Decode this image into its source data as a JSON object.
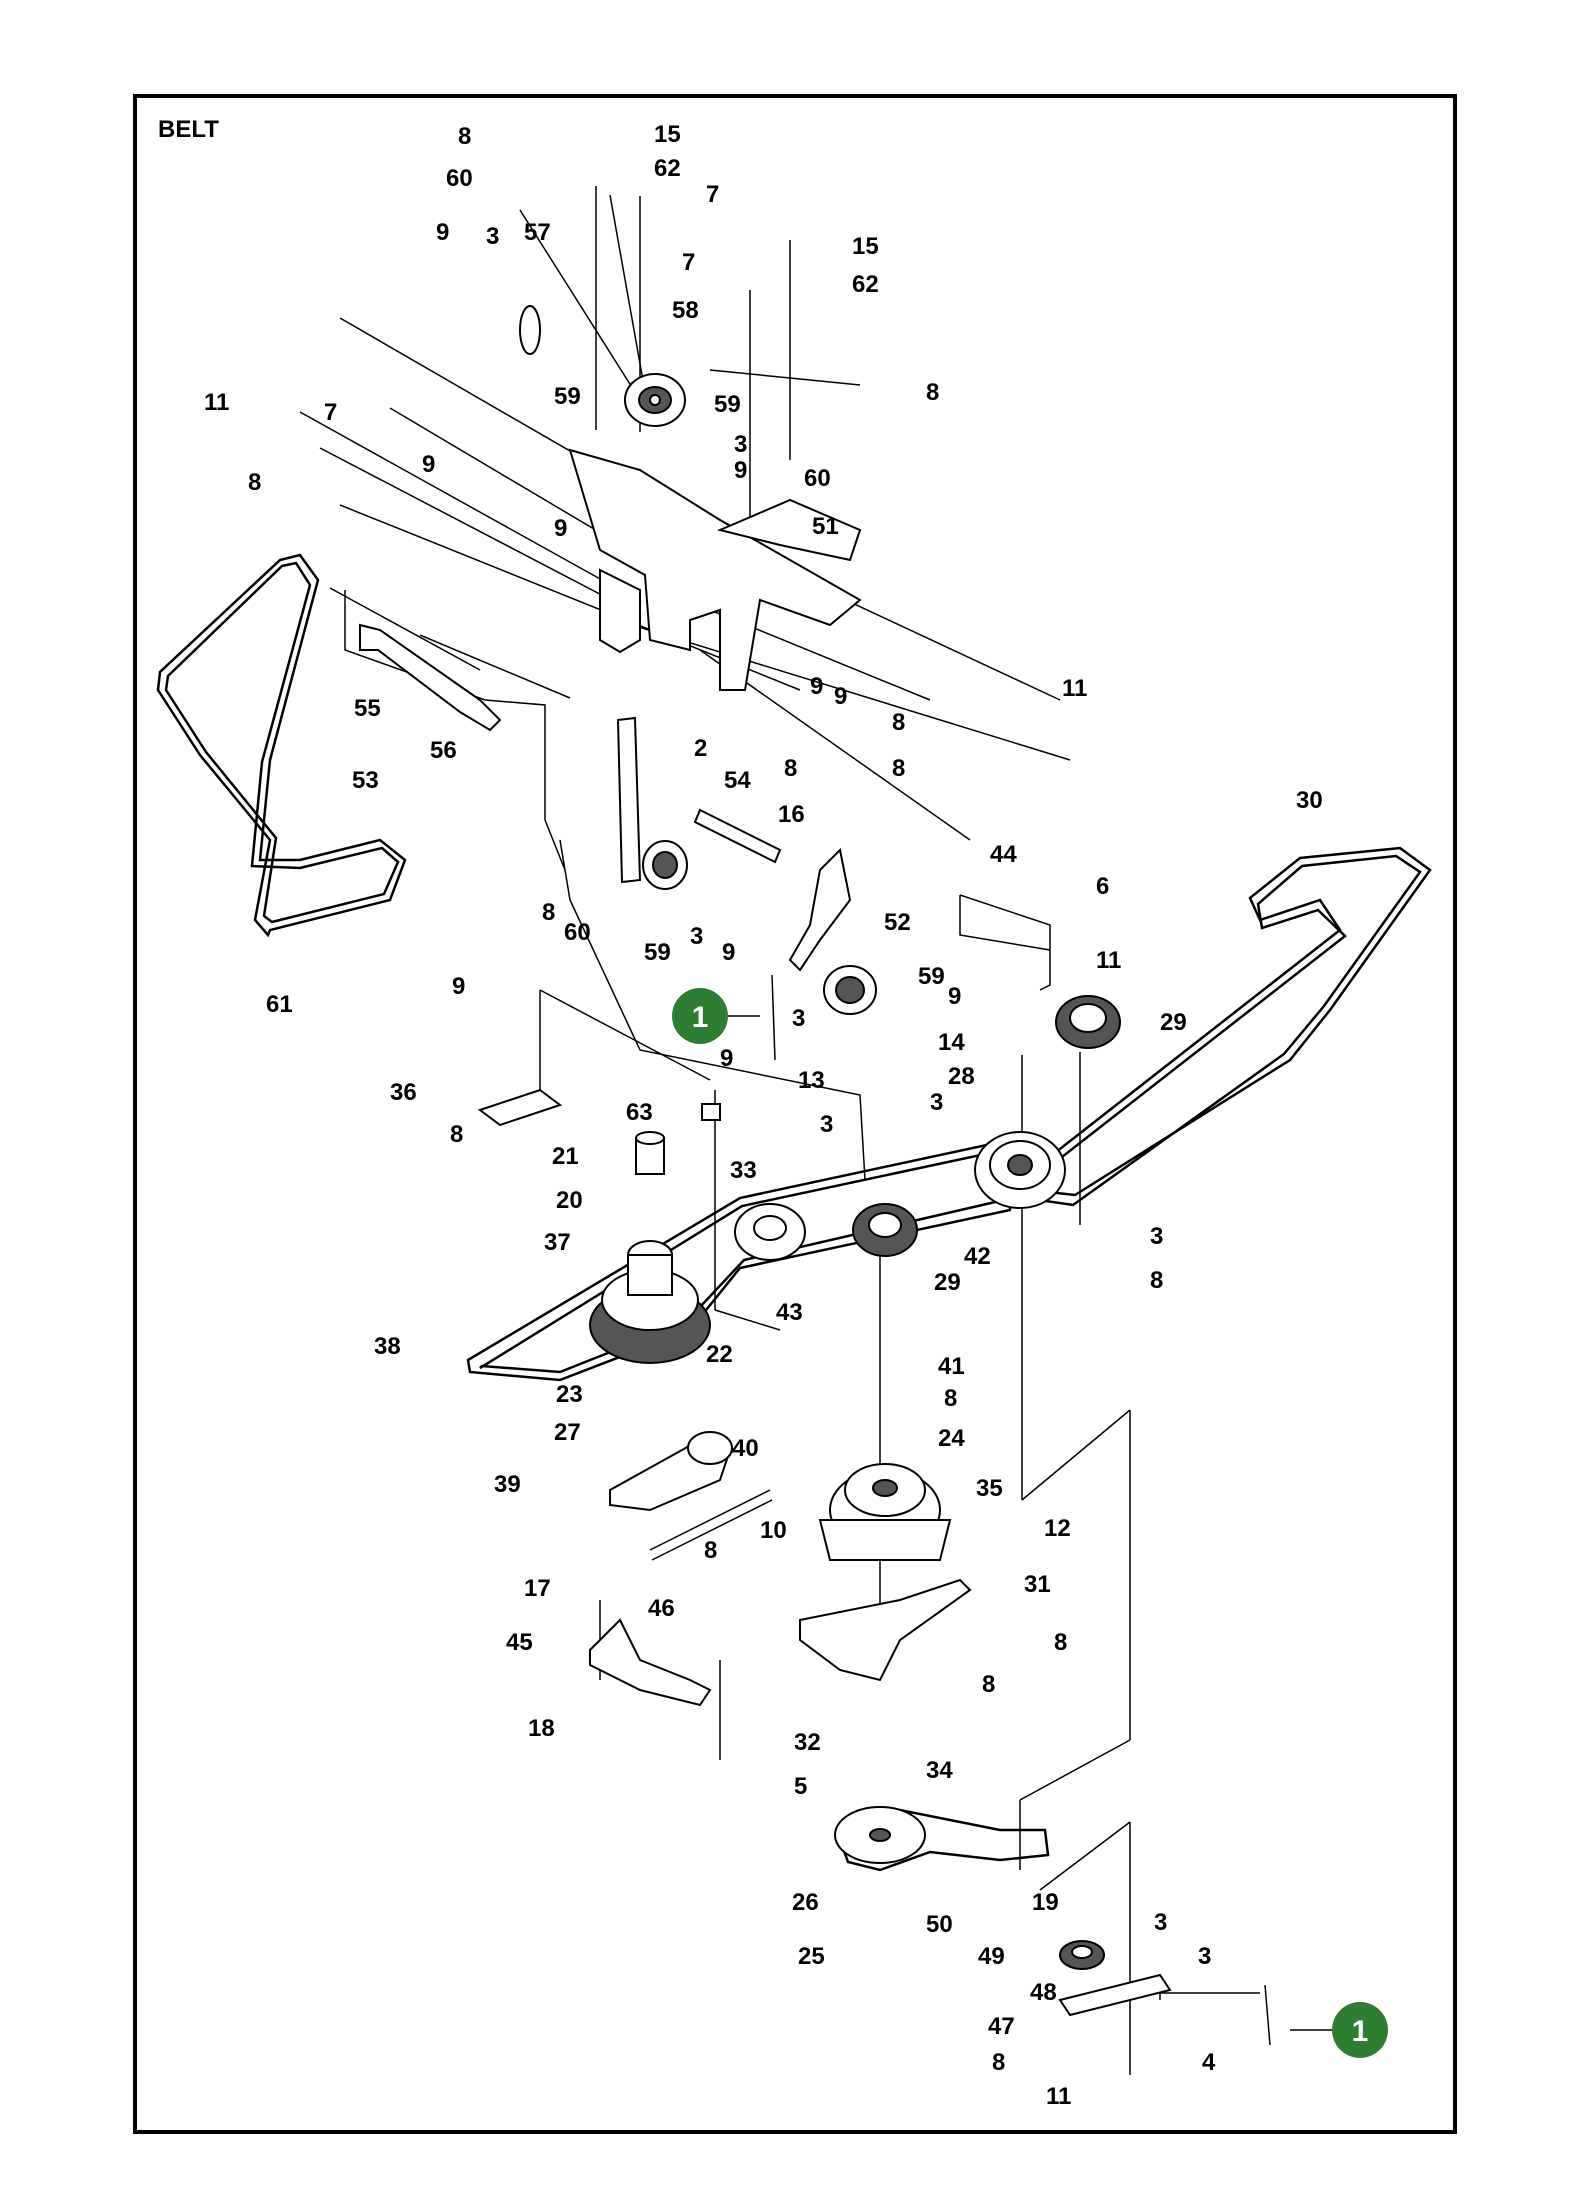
{
  "title": "BELT",
  "marker_label": "1",
  "marker_color": "#2e7d32",
  "callouts": [
    {
      "id": "c8a",
      "text": "8"
    },
    {
      "id": "c15a",
      "text": "15"
    },
    {
      "id": "c62a",
      "text": "62"
    },
    {
      "id": "c60a",
      "text": "60"
    },
    {
      "id": "c7a",
      "text": "7"
    },
    {
      "id": "c9a",
      "text": "9"
    },
    {
      "id": "c3a",
      "text": "3"
    },
    {
      "id": "c57",
      "text": "57"
    },
    {
      "id": "c7b",
      "text": "7"
    },
    {
      "id": "c15b",
      "text": "15"
    },
    {
      "id": "c62b",
      "text": "62"
    },
    {
      "id": "c58",
      "text": "58"
    },
    {
      "id": "c59a",
      "text": "59"
    },
    {
      "id": "c8b",
      "text": "8"
    },
    {
      "id": "c11a",
      "text": "11"
    },
    {
      "id": "c7c",
      "text": "7"
    },
    {
      "id": "c59b",
      "text": "59"
    },
    {
      "id": "c3b",
      "text": "3"
    },
    {
      "id": "c9b",
      "text": "9"
    },
    {
      "id": "c60b",
      "text": "60"
    },
    {
      "id": "c8c",
      "text": "8"
    },
    {
      "id": "c9c",
      "text": "9"
    },
    {
      "id": "c9d",
      "text": "9"
    },
    {
      "id": "c51",
      "text": "51"
    },
    {
      "id": "c11b",
      "text": "11"
    },
    {
      "id": "c9e",
      "text": "9"
    },
    {
      "id": "c9f",
      "text": "9"
    },
    {
      "id": "c8d",
      "text": "8"
    },
    {
      "id": "c55",
      "text": "55"
    },
    {
      "id": "c56",
      "text": "56"
    },
    {
      "id": "c2",
      "text": "2"
    },
    {
      "id": "c8e",
      "text": "8"
    },
    {
      "id": "c8f",
      "text": "8"
    },
    {
      "id": "c53",
      "text": "53"
    },
    {
      "id": "c54",
      "text": "54"
    },
    {
      "id": "c16",
      "text": "16"
    },
    {
      "id": "c30",
      "text": "30"
    },
    {
      "id": "c44",
      "text": "44"
    },
    {
      "id": "c6",
      "text": "6"
    },
    {
      "id": "c8g",
      "text": "8"
    },
    {
      "id": "c60c",
      "text": "60"
    },
    {
      "id": "c59c",
      "text": "59"
    },
    {
      "id": "c3c",
      "text": "3"
    },
    {
      "id": "c9g",
      "text": "9"
    },
    {
      "id": "c52",
      "text": "52"
    },
    {
      "id": "c11c",
      "text": "11"
    },
    {
      "id": "c61",
      "text": "61"
    },
    {
      "id": "c59d",
      "text": "59"
    },
    {
      "id": "c9h",
      "text": "9"
    },
    {
      "id": "c9i",
      "text": "9"
    },
    {
      "id": "c3d",
      "text": "3"
    },
    {
      "id": "c14",
      "text": "14"
    },
    {
      "id": "c29a",
      "text": "29"
    },
    {
      "id": "c36",
      "text": "36"
    },
    {
      "id": "c9j",
      "text": "9"
    },
    {
      "id": "c13",
      "text": "13"
    },
    {
      "id": "c28",
      "text": "28"
    },
    {
      "id": "c8h",
      "text": "8"
    },
    {
      "id": "c63",
      "text": "63"
    },
    {
      "id": "c3e",
      "text": "3"
    },
    {
      "id": "c3f",
      "text": "3"
    },
    {
      "id": "c21",
      "text": "21"
    },
    {
      "id": "c33",
      "text": "33"
    },
    {
      "id": "c20",
      "text": "20"
    },
    {
      "id": "c37",
      "text": "37"
    },
    {
      "id": "c42",
      "text": "42"
    },
    {
      "id": "c3g",
      "text": "3"
    },
    {
      "id": "c29b",
      "text": "29"
    },
    {
      "id": "c8i",
      "text": "8"
    },
    {
      "id": "c43",
      "text": "43"
    },
    {
      "id": "c38",
      "text": "38"
    },
    {
      "id": "c22",
      "text": "22"
    },
    {
      "id": "c41",
      "text": "41"
    },
    {
      "id": "c23",
      "text": "23"
    },
    {
      "id": "c8j",
      "text": "8"
    },
    {
      "id": "c27",
      "text": "27"
    },
    {
      "id": "c40",
      "text": "40"
    },
    {
      "id": "c24",
      "text": "24"
    },
    {
      "id": "c39",
      "text": "39"
    },
    {
      "id": "c35",
      "text": "35"
    },
    {
      "id": "c10",
      "text": "10"
    },
    {
      "id": "c12",
      "text": "12"
    },
    {
      "id": "c8k",
      "text": "8"
    },
    {
      "id": "c31",
      "text": "31"
    },
    {
      "id": "c17",
      "text": "17"
    },
    {
      "id": "c46",
      "text": "46"
    },
    {
      "id": "c45",
      "text": "45"
    },
    {
      "id": "c8l",
      "text": "8"
    },
    {
      "id": "c8m",
      "text": "8"
    },
    {
      "id": "c18",
      "text": "18"
    },
    {
      "id": "c32",
      "text": "32"
    },
    {
      "id": "c34",
      "text": "34"
    },
    {
      "id": "c5",
      "text": "5"
    },
    {
      "id": "c50",
      "text": "50"
    },
    {
      "id": "c26",
      "text": "26"
    },
    {
      "id": "c19",
      "text": "19"
    },
    {
      "id": "c3h",
      "text": "3"
    },
    {
      "id": "c25",
      "text": "25"
    },
    {
      "id": "c49",
      "text": "49"
    },
    {
      "id": "c3i",
      "text": "3"
    },
    {
      "id": "c48",
      "text": "48"
    },
    {
      "id": "c47",
      "text": "47"
    },
    {
      "id": "c8n",
      "text": "8"
    },
    {
      "id": "c4",
      "text": "4"
    },
    {
      "id": "c11d",
      "text": "11"
    }
  ]
}
